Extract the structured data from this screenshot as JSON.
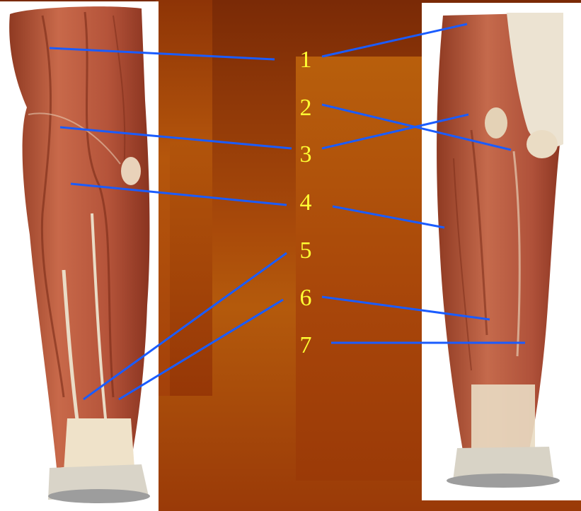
{
  "labels": [
    "1",
    "2",
    "3",
    "4",
    "5",
    "6",
    "7"
  ],
  "colors": {
    "label": "#ffff33",
    "leader_line": "#1a5cff",
    "background_dark": "#7a2a06",
    "background_mid": "#b45a0c",
    "muscle": "#b5543a",
    "tendon": "#e8dcc4"
  },
  "images": [
    {
      "name": "forearm-muscles-anterior-view"
    },
    {
      "name": "forearm-muscles-posterior-view"
    }
  ]
}
